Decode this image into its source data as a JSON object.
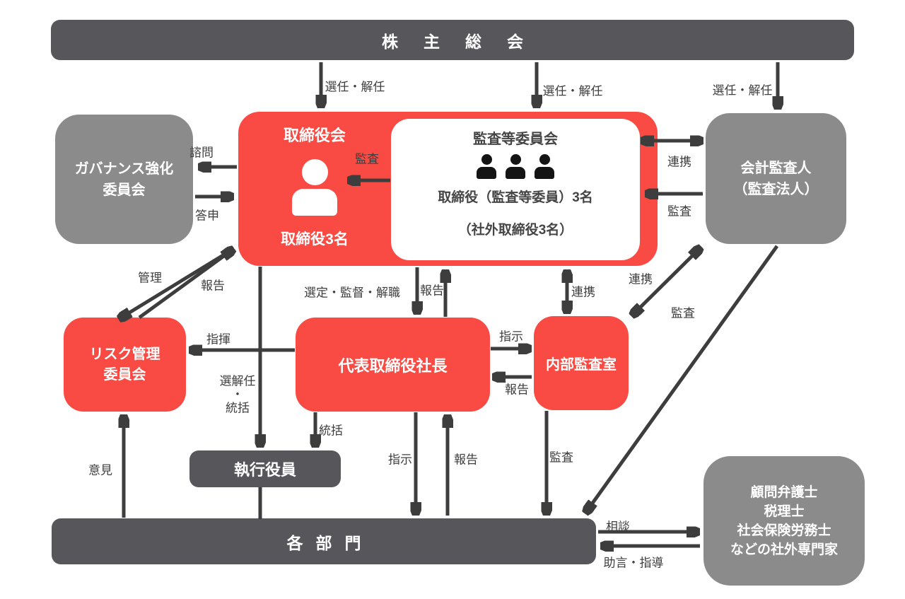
{
  "colors": {
    "node_red": "#f94b43",
    "node_dark": "#57575b",
    "node_gray": "#8b8b8b",
    "arrow": "#3d3d3d",
    "label_text": "#3f3f3f"
  },
  "nodes": {
    "shareholders_meeting": {
      "label": "株主総会"
    },
    "governance_committee": {
      "line1": "ガバナンス強化",
      "line2": "委員会"
    },
    "board_of_directors": {
      "title": "取締役会",
      "members": "取締役3名"
    },
    "audit_committee": {
      "title": "監査等委員会",
      "members": "取締役（監査等委員）3名",
      "note": "（社外取締役3名）"
    },
    "accounting_auditor": {
      "line1": "会計監査人",
      "line2": "（監査法人）"
    },
    "risk_management_committee": {
      "line1": "リスク管理",
      "line2": "委員会"
    },
    "president": {
      "label": "代表取締役社長"
    },
    "internal_audit_office": {
      "label": "内部監査室"
    },
    "executive_officers": {
      "label": "執行役員"
    },
    "departments": {
      "label": "各部門"
    },
    "external_experts": {
      "line1": "顧問弁護士",
      "line2": "税理士",
      "line3": "社会保険労務士",
      "line4": "などの社外専門家"
    }
  },
  "edge_labels": {
    "appoint_dismiss_board": "選任・解任",
    "appoint_dismiss_committee": "選任・解任",
    "appoint_dismiss_auditor": "選任・解任",
    "consultation": "諮問",
    "report_back": "答申",
    "audit_committee_to_board": "監査",
    "cooperation_committee_auditor": "連携",
    "audit_auditor_to_committee": "監査",
    "management": "管理",
    "report_to_board": "報告",
    "select_supervise_dismiss": "選定・監督・解職",
    "report_president_to_board": "報告",
    "cooperation_committee_internal": "連携",
    "cooperation_internal_auditor": "連携",
    "audit_auditor_to_departments": "監査",
    "instruction_to_internal": "指示",
    "report_internal_to_president": "報告",
    "command": "指揮",
    "appoint_dismiss_supervise_l1": "選解任",
    "appoint_dismiss_supervise_l2": "・",
    "appoint_dismiss_supervise_l3": "統括",
    "supervise_executive": "統括",
    "opinion": "意見",
    "instruction_to_departments": "指示",
    "report_departments_to_president": "報告",
    "audit_internal_to_departments": "監査",
    "consultation_to_experts": "相談",
    "advice_guidance": "助言・指導"
  }
}
